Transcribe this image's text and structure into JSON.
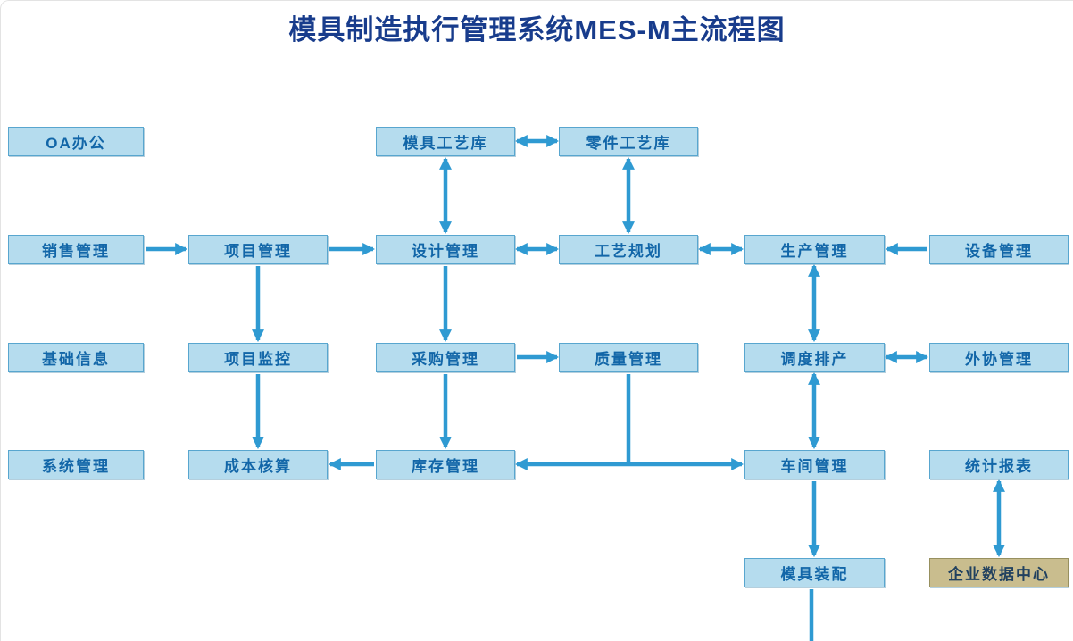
{
  "title": "模具制造执行管理系统MES-M主流程图",
  "nodes": {
    "oa": "OA办公",
    "mould_lib": "模具工艺库",
    "part_lib": "零件工艺库",
    "sales": "销售管理",
    "project": "项目管理",
    "design": "设计管理",
    "process_plan": "工艺规划",
    "production": "生产管理",
    "equipment": "设备管理",
    "basic_info": "基础信息",
    "project_monitor": "项目监控",
    "purchase": "采购管理",
    "quality": "质量管理",
    "scheduling": "调度排产",
    "outsourcing": "外协管理",
    "system": "系统管理",
    "cost": "成本核算",
    "inventory": "库存管理",
    "workshop": "车间管理",
    "report": "统计报表",
    "assembly": "模具装配",
    "data_center": "企业数据中心"
  },
  "colors": {
    "title_text": "#183c8c",
    "box_fill": "#b5dcee",
    "box_border": "#58a6cf",
    "box_text": "#1266a8",
    "arrow": "#2f9ad2",
    "data_center_fill": "#c9bd8e",
    "data_center_border": "#97905f",
    "data_center_text": "#21415f"
  }
}
